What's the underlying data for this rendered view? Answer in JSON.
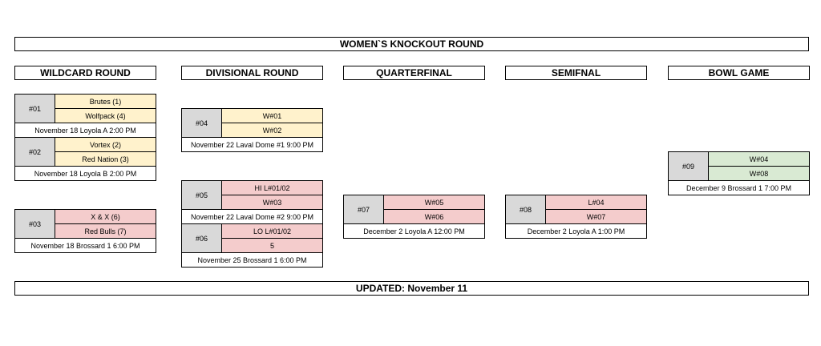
{
  "title": "WOMEN`S KNOCKOUT ROUND",
  "footer": "UPDATED: November 11",
  "rounds": [
    "WILDCARD ROUND",
    "DIVISIONAL ROUND",
    "QUARTERFINAL",
    "SEMIFNAL",
    "BOWL GAME"
  ],
  "matches": [
    {
      "id": "#01",
      "team1": "Brutes (1)",
      "team2": "Wolfpack (4)",
      "info": "November 18 Loyola A 2:00 PM",
      "color": "#fff2cc"
    },
    {
      "id": "#02",
      "team1": "Vortex (2)",
      "team2": "Red Nation (3)",
      "info": "November 18 Loyola B 2:00 PM",
      "color": "#fff2cc"
    },
    {
      "id": "#03",
      "team1": "X & X (6)",
      "team2": "Red Bulls (7)",
      "info": "November 18 Brossard 1 6:00 PM",
      "color": "#f4cccc"
    },
    {
      "id": "#04",
      "team1": "W#01",
      "team2": "W#02",
      "info": "November 22 Laval Dome #1 9:00 PM",
      "color": "#fff2cc"
    },
    {
      "id": "#05",
      "team1": "HI L#01/02",
      "team2": "W#03",
      "info": "November 22 Laval Dome #2 9:00 PM",
      "color": "#f4cccc"
    },
    {
      "id": "#06",
      "team1": "LO L#01/02",
      "team2": "5",
      "info": "November 25  Brossard 1 6:00 PM",
      "color": "#f4cccc"
    },
    {
      "id": "#07",
      "team1": "W#05",
      "team2": "W#06",
      "info": "December 2 Loyola A 12:00 PM",
      "color": "#f4cccc"
    },
    {
      "id": "#08",
      "team1": "L#04",
      "team2": "W#07",
      "info": "December 2 Loyola A 1:00 PM",
      "color": "#f4cccc"
    },
    {
      "id": "#09",
      "team1": "W#04",
      "team2": "W#08",
      "info": "December 9 Brossard 1 7:00 PM",
      "color": "#d9ead3"
    }
  ]
}
